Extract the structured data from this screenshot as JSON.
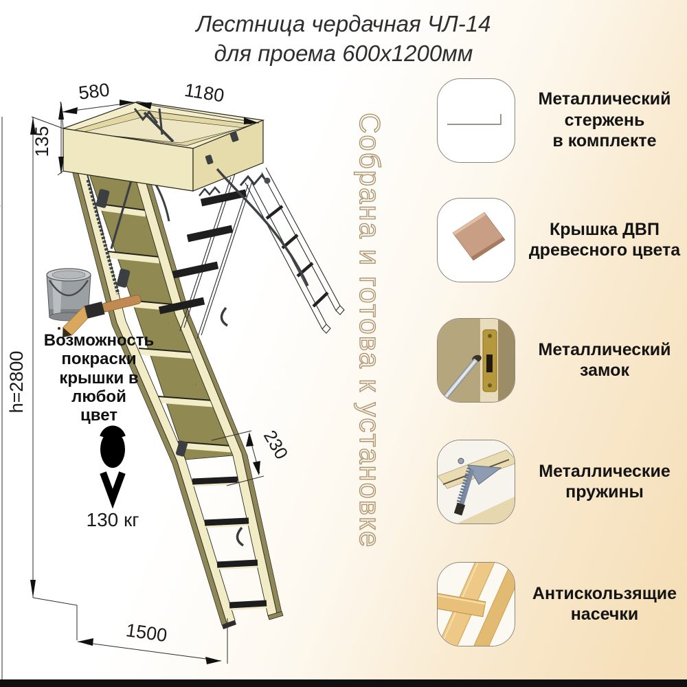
{
  "title": {
    "line1": "Лестница чердачная ЧЛ-14",
    "line2": "для проема 600х1200мм"
  },
  "watermark": {
    "text": "Собрана и готова к установке"
  },
  "drawing": {
    "dims": {
      "depth": "580",
      "width": "1180",
      "frame_height": "135",
      "total_height": "h=2800",
      "step_distance": "230",
      "floor_distance": "1500"
    }
  },
  "load": {
    "label": "130 кг",
    "icon": "kettlebell-icon"
  },
  "paint": {
    "note": "Возможность\nпокраски\nкрышки в любой\nцвет",
    "icon": "paint-can-brush-icon"
  },
  "features": [
    {
      "label": "Металлический\nстержень\nв комплекте",
      "icon": "metal-rod-icon"
    },
    {
      "label": "Крышка ДВП\nдревесного цвета",
      "icon": "hatch-cover-icon"
    },
    {
      "label": "Металлический\nзамок",
      "icon": "metal-lock-photo"
    },
    {
      "label": "Металлические\nпружины",
      "icon": "metal-springs-photo"
    },
    {
      "label": "Антискользящие\nнасечки",
      "icon": "anti-slip-notches-photo"
    }
  ],
  "colors": {
    "background_tan": "#f5dfb8",
    "wood_cream": "#f1ebc6",
    "panel_olive": "#908a52",
    "metal_gray": "#3c3f42",
    "watermark_outline": "#a8906a"
  }
}
